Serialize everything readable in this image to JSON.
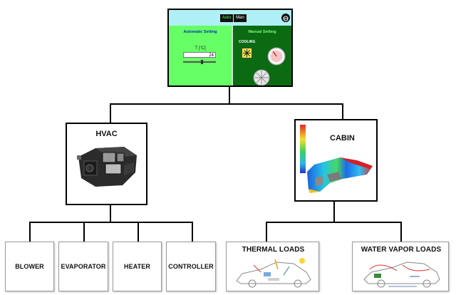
{
  "panel": {
    "auto_btn": "Auto",
    "man_btn": "Man",
    "automatic_setting": "Automatic Setting",
    "manual_setting": "Manual Setting",
    "temp_label": "T [°C]",
    "temp_value": "24",
    "cooling_label": "COOLING",
    "colors": {
      "topbar": "#aef0f5",
      "auto": "#66ff66",
      "manual": "#0a6b12"
    }
  },
  "nodes": {
    "hvac": "HVAC",
    "cabin": "CABIN",
    "blower": "BLOWER",
    "evaporator": "EVAPORATOR",
    "heater": "HEATER",
    "controller": "CONTROLLER",
    "thermal_loads": "THERMAL LOADS",
    "water_vapor_loads": "WATER VAPOR LOADS"
  }
}
